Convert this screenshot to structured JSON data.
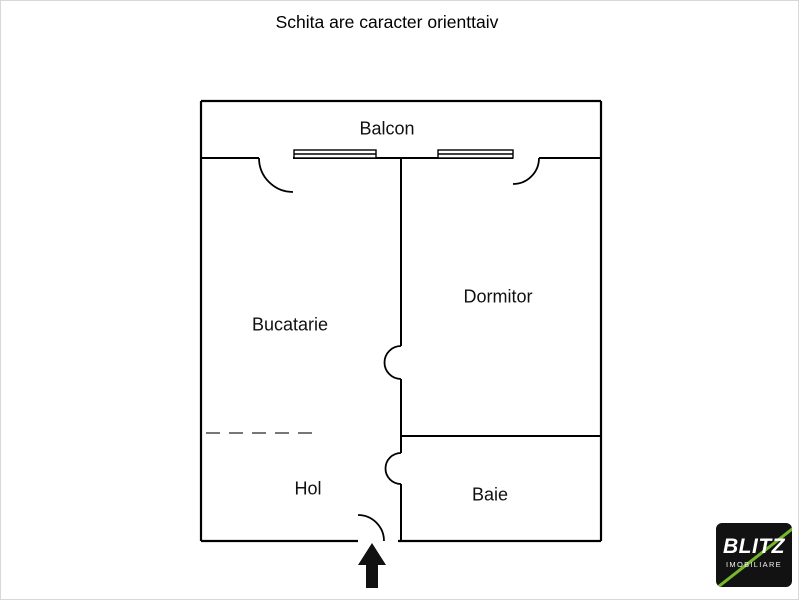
{
  "title": "Schita are caracter orienttaiv",
  "rooms": {
    "balcon": "Balcon",
    "bucatarie": "Bucatarie",
    "dormitor": "Dormitor",
    "hol": "Hol",
    "baie": "Baie"
  },
  "logo": {
    "brand": "BLITZ",
    "sub": "IMOBILIARE",
    "accent_color": "#76b82a",
    "background_color": "#121212"
  },
  "plan": {
    "wall_color": "#000000",
    "dashed_divider_color": "#777777"
  }
}
